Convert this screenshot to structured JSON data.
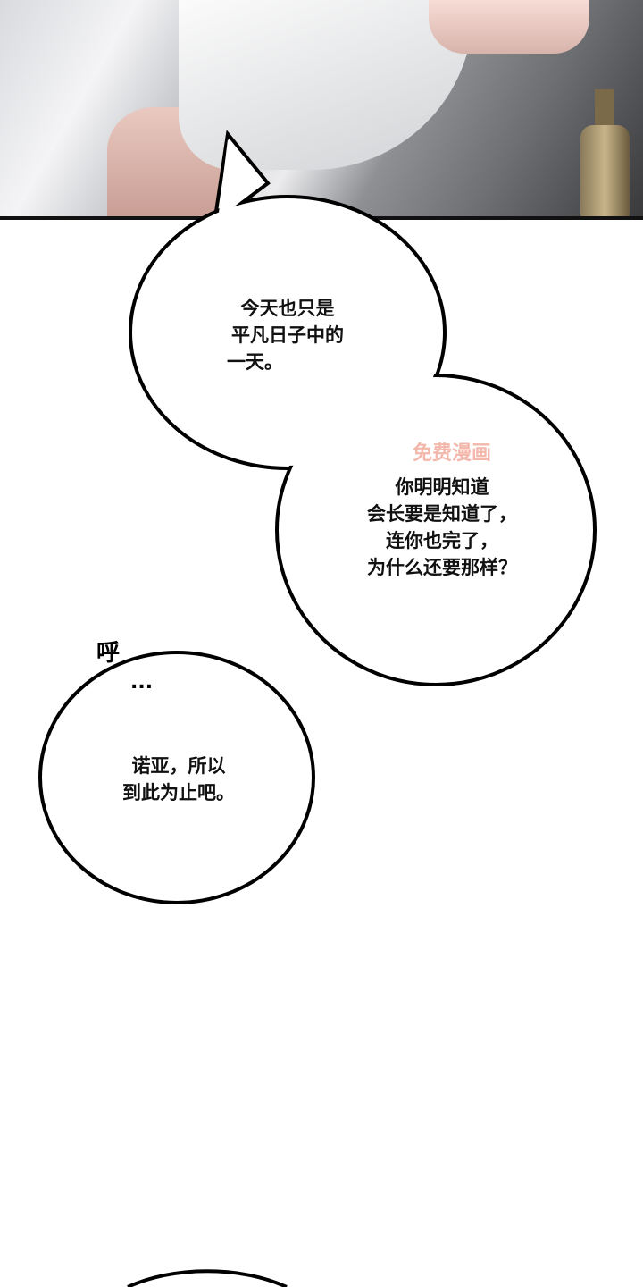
{
  "bubbles": [
    {
      "lines": [
        "今天也只是",
        "平凡日子中的",
        "一天。"
      ]
    },
    {
      "lines": [
        "你明明知道",
        "会长要是知道了，",
        "连你也完了，",
        "为什么还要那样？"
      ]
    },
    {
      "lines": [
        "诺亚，所以",
        "到此为止吧。"
      ]
    }
  ],
  "sfx": {
    "sigh": "呼",
    "dots": "..."
  },
  "watermark": "免费漫画"
}
